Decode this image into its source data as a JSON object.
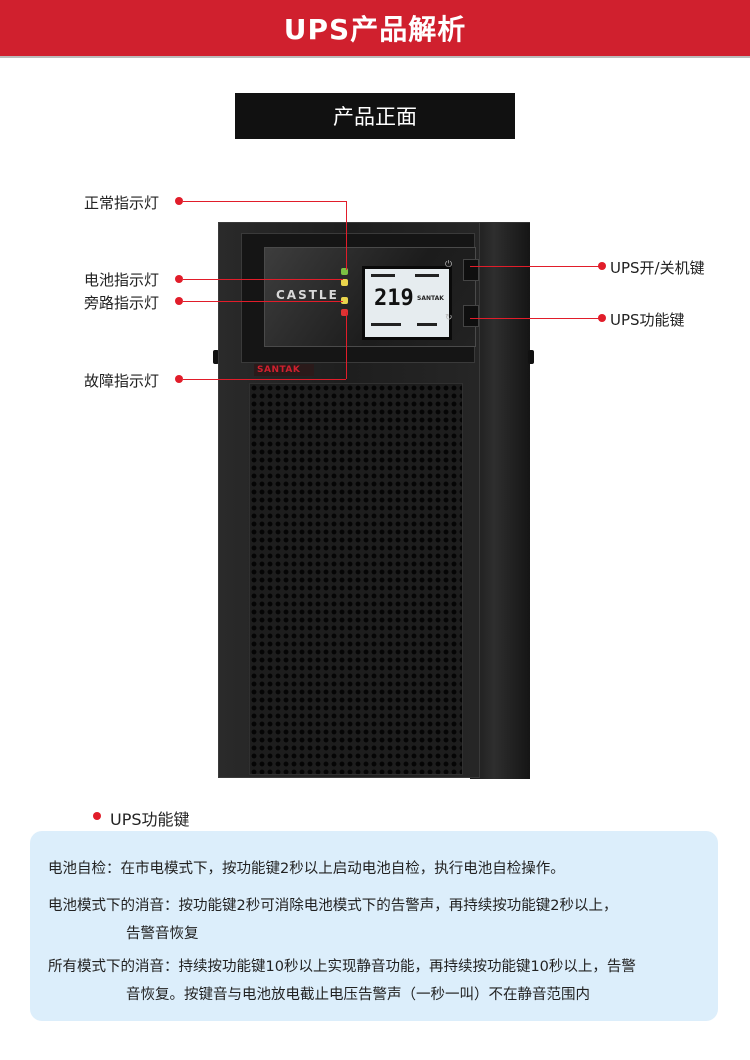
{
  "banner": {
    "title": "UPS产品解析"
  },
  "section": {
    "title": "产品正面"
  },
  "product": {
    "panel_brand": "CASTLE",
    "badge": "SANTAK",
    "lcd_reading": "219",
    "lcd_brand": "SANTAK"
  },
  "callouts": {
    "normal_led": "正常指示灯",
    "battery_led": "电池指示灯",
    "bypass_led": "旁路指示灯",
    "fault_led": "故障指示灯",
    "power_key": "UPS开/关机键",
    "function_key": "UPS功能键"
  },
  "info": {
    "title": "UPS功能键",
    "lines": [
      "电池自检：在市电模式下，按功能键2秒以上启动电池自检，执行电池自检操作。",
      "电池模式下的消音：按功能键2秒可消除电池模式下的告警声，再持续按功能键2秒以上，",
      "告警音恢复",
      "所有模式下的消音：持续按功能键10秒以上实现静音功能，再持续按功能键10秒以上，告警",
      "音恢复。按键音与电池放电截止电压告警声（一秒一叫）不在静音范围内"
    ]
  },
  "colors": {
    "banner_red": "#d0202e",
    "callout_red": "#e11d2a",
    "info_bg": "#dceefb"
  }
}
